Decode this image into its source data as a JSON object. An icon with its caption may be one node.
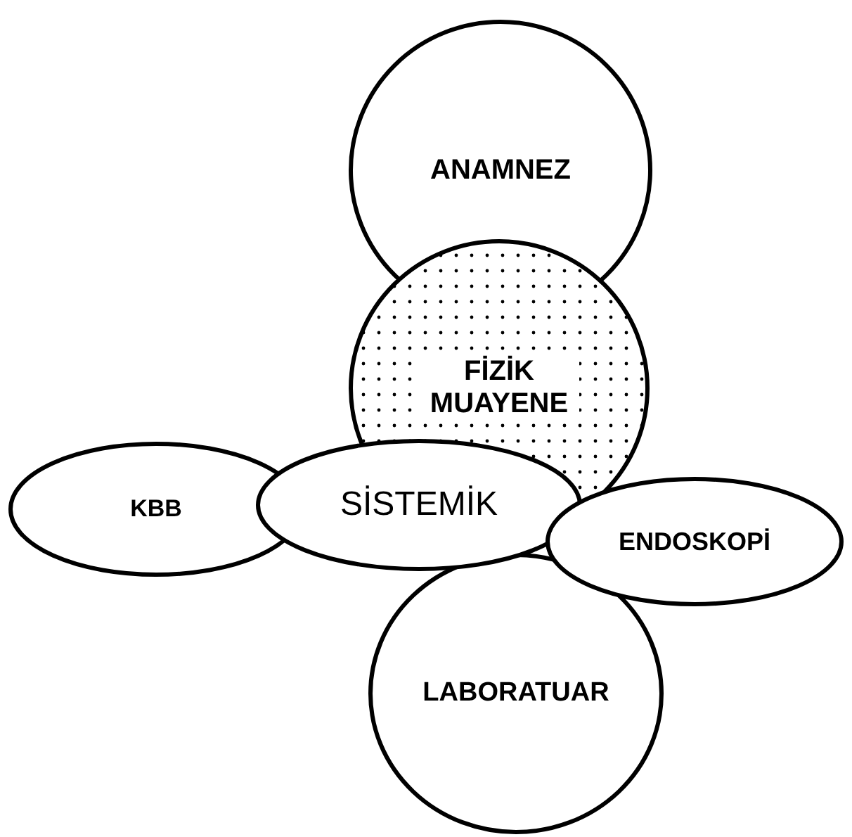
{
  "diagram": {
    "nodes": [
      {
        "text": [
          "ANAMNEZ"
        ]
      },
      {
        "text": [
          "FİZİK MUAYENE"
        ]
      },
      {
        "text": [
          "KBB"
        ]
      },
      {
        "text": [
          "SİSTEMİK"
        ]
      },
      {
        "text": [
          "ENDOSKOPİ"
        ]
      },
      {
        "text": [
          "LABORATUAR"
        ]
      }
    ]
  }
}
